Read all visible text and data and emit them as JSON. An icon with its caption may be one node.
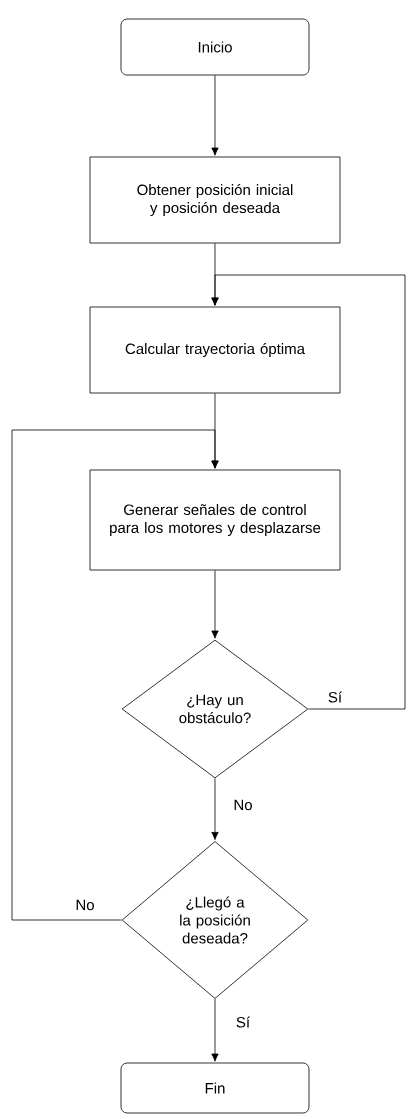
{
  "diagram": {
    "nodes": [
      {
        "text": [
          "Inicio"
        ]
      },
      {
        "text": [
          "Obtener posición inicial y posición deseada"
        ]
      },
      {
        "text": [
          "Calcular trayectoria óptima"
        ]
      },
      {
        "text": [
          "Generar señales de control para los motores y desplazarse"
        ]
      },
      {
        "text": [
          "¿Hay un obstáculo?"
        ]
      },
      {
        "text": [
          "¿Llegó a la posición deseada?"
        ]
      },
      {
        "text": [
          "Fin"
        ]
      }
    ],
    "edges": [
      {
        "from": 0,
        "to": 1,
        "arrow": "to"
      },
      {
        "from": 1,
        "to": 2,
        "arrow": "to"
      },
      {
        "from": 2,
        "to": 3,
        "arrow": "to"
      },
      {
        "from": 3,
        "to": 4,
        "arrow": "to"
      },
      {
        "from": 4,
        "to": 5,
        "arrow": "to",
        "label": "No"
      },
      {
        "from": 5,
        "to": 6,
        "arrow": "to",
        "label": "Sí"
      },
      {
        "from": 4,
        "to": 2,
        "arrow": "to",
        "label": "Sí"
      },
      {
        "from": 5,
        "to": 3,
        "arrow": "to",
        "label": "No"
      }
    ]
  }
}
